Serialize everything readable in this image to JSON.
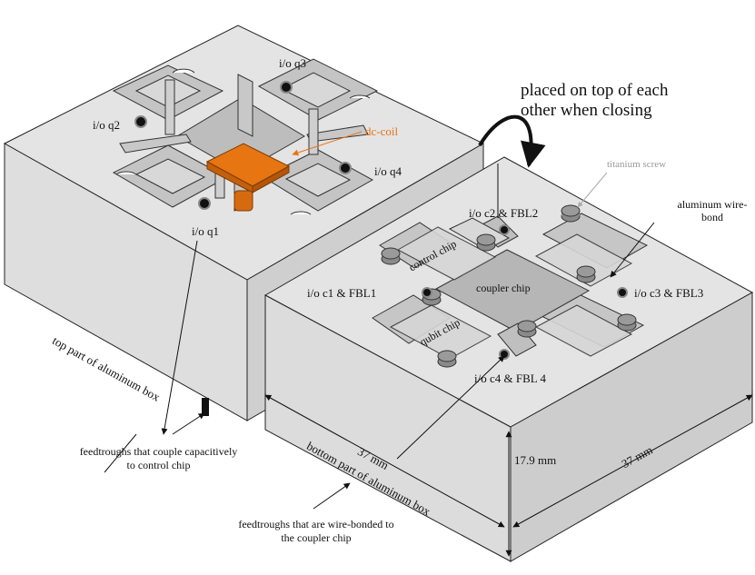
{
  "closing_note": "placed on top of each other when closing",
  "top_part": {
    "label": "top part of aluminum box",
    "dc_coil": "dc-coil",
    "ports": {
      "q1": "i/o q1",
      "q2": "i/o q2",
      "q3": "i/o q3",
      "q4": "i/o q4"
    },
    "feedthrough_note": "feedtroughs that couple capacitively to control chip"
  },
  "bottom_part": {
    "label": "bottom part of aluminum box",
    "screw": "titanium screw",
    "wire_bond": "aluminum wire-bond",
    "ports": {
      "c1": "i/o c1 & FBL1",
      "c2": "i/o c2  & FBL2",
      "c3": "i/o c3 & FBL3",
      "c4": "i/o c4 & FBL 4"
    },
    "chips": {
      "control": "control chip",
      "coupler": "coupler chip",
      "qubit": "qubit chip"
    },
    "dimensions": {
      "width": "37 mm",
      "depth": "37 mm",
      "height": "17.9 mm"
    },
    "feedthrough_note": "feedtroughs that are wire-bonded to the coupler chip"
  },
  "colors": {
    "aluminum_top": "#e4e4e4",
    "aluminum_side": "#d2d2d2",
    "coil": "#e67512",
    "outline": "#222222"
  }
}
